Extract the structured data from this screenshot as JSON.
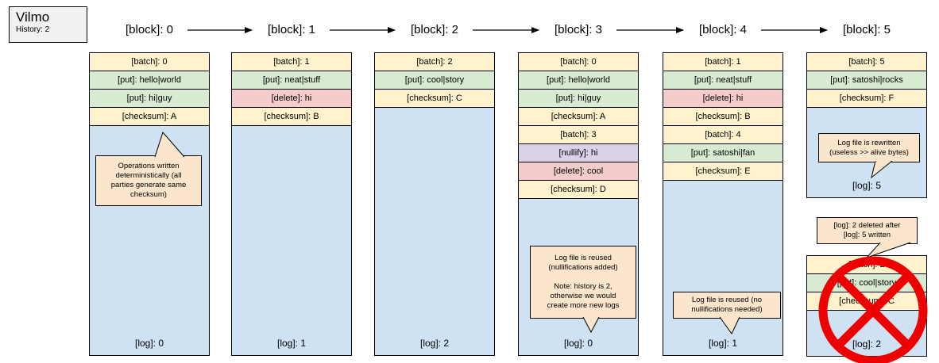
{
  "legend": {
    "title": "Vilmo",
    "subtitle": "History: 2"
  },
  "palette": {
    "batch": "#fff2cc",
    "checksum": "#fff2cc",
    "put": "#d9ead3",
    "delete": "#f4cccc",
    "nullify": "#d9d2e9",
    "log": "#cfe2f3",
    "callout": "#fce5cd",
    "legend_box": "#f1f1f1",
    "border": "#000000",
    "arrow": "#000000",
    "cross": "#ee0000"
  },
  "icons": {
    "arrow": "arrow-right-icon",
    "prohibited": "prohibited-icon"
  },
  "blocks": [
    {
      "label": "[block]: 0",
      "stacks": [
        {
          "rows": [
            {
              "type": "batch",
              "text": "[batch]: 0"
            },
            {
              "type": "put",
              "text": "[put]: hello|world"
            },
            {
              "type": "put",
              "text": "[put]: hi|guy"
            },
            {
              "type": "checksum",
              "text": "[checksum]: A"
            }
          ],
          "log": "[log]: 0",
          "crossed": false
        }
      ],
      "callouts": [
        {
          "text": "Operations written\ndeterministically (all\nparties generate same\nchecksum)"
        }
      ]
    },
    {
      "label": "[block]: 1",
      "stacks": [
        {
          "rows": [
            {
              "type": "batch",
              "text": "[batch]: 1"
            },
            {
              "type": "put",
              "text": "[put]: neat|stuff"
            },
            {
              "type": "delete",
              "text": "[delete]: hi"
            },
            {
              "type": "checksum",
              "text": "[checksum]: B"
            }
          ],
          "log": "[log]: 1",
          "crossed": false
        }
      ],
      "callouts": []
    },
    {
      "label": "[block]: 2",
      "stacks": [
        {
          "rows": [
            {
              "type": "batch",
              "text": "[batch]: 2"
            },
            {
              "type": "put",
              "text": "[put]: cool|story"
            },
            {
              "type": "checksum",
              "text": "[checksum]: C"
            }
          ],
          "log": "[log]: 2",
          "crossed": false
        }
      ],
      "callouts": []
    },
    {
      "label": "[block]: 3",
      "stacks": [
        {
          "rows": [
            {
              "type": "batch",
              "text": "[batch]: 0"
            },
            {
              "type": "put",
              "text": "[put]: hello|world"
            },
            {
              "type": "put",
              "text": "[put]: hi|guy"
            },
            {
              "type": "checksum",
              "text": "[checksum]: A"
            },
            {
              "type": "batch",
              "text": "[batch]: 3"
            },
            {
              "type": "nullify",
              "text": "[nullify]: hi"
            },
            {
              "type": "delete",
              "text": "[delete]: cool"
            },
            {
              "type": "checksum",
              "text": "[checksum]: D"
            }
          ],
          "log": "[log]: 0",
          "crossed": false
        }
      ],
      "callouts": [
        {
          "text": "Log file is reused\n(nullifications added)\n\nNote: history is 2,\notherwise we would\ncreate more new logs"
        }
      ]
    },
    {
      "label": "[block]: 4",
      "stacks": [
        {
          "rows": [
            {
              "type": "batch",
              "text": "[batch]: 1"
            },
            {
              "type": "put",
              "text": "[put]: neat|stuff"
            },
            {
              "type": "delete",
              "text": "[delete]: hi"
            },
            {
              "type": "checksum",
              "text": "[checksum]: B"
            },
            {
              "type": "batch",
              "text": "[batch]: 4"
            },
            {
              "type": "put",
              "text": "[put]: satoshi|fan"
            },
            {
              "type": "checksum",
              "text": "[checksum]: E"
            }
          ],
          "log": "[log]: 1",
          "crossed": false
        }
      ],
      "callouts": [
        {
          "text": "Log file is reused (no\nnullifications needed)"
        }
      ]
    },
    {
      "label": "[block]: 5",
      "stacks": [
        {
          "rows": [
            {
              "type": "batch",
              "text": "[batch]: 5"
            },
            {
              "type": "put",
              "text": "[put]: satoshi|rocks"
            },
            {
              "type": "checksum",
              "text": "[checksum]: F"
            }
          ],
          "log": "[log]: 5",
          "crossed": false
        },
        {
          "rows": [
            {
              "type": "batch",
              "text": "[batch]: 2"
            },
            {
              "type": "put",
              "text": "[put]: cool|story"
            },
            {
              "type": "checksum",
              "text": "[checksum]: C"
            }
          ],
          "log": "[log]: 2",
          "crossed": true
        }
      ],
      "callouts": [
        {
          "text": "Log file is rewritten\n(useless >> alive bytes)"
        },
        {
          "text": "[log]: 2 deleted after\n[log]: 5 written"
        }
      ]
    }
  ]
}
